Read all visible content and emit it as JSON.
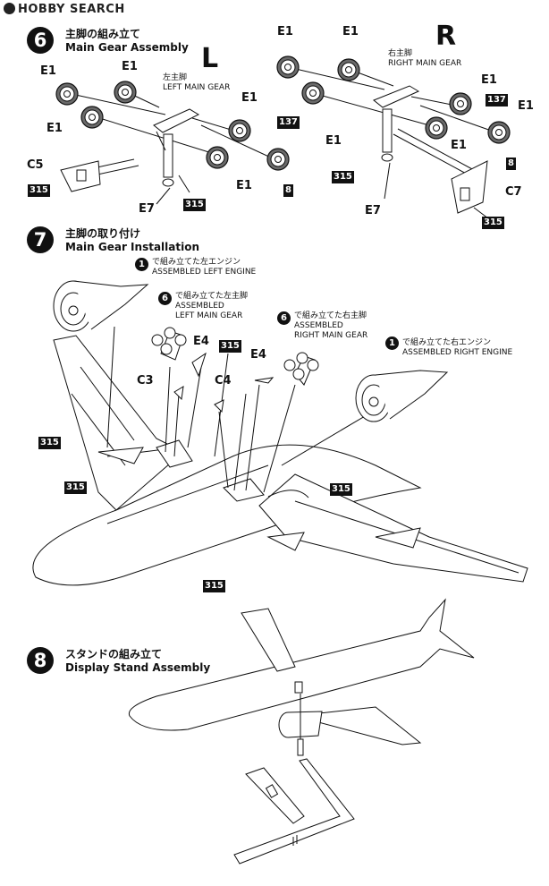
{
  "header": {
    "logo": "HOBBY SEARCH"
  },
  "steps": [
    {
      "number": "6",
      "title_jp": "主脚の組み立て",
      "title_en": "Main Gear Assembly"
    },
    {
      "number": "7",
      "title_jp": "主脚の取り付け",
      "title_en": "Main Gear Installation"
    },
    {
      "number": "8",
      "title_jp": "スタンドの組み立て",
      "title_en": "Display Stand Assembly"
    }
  ],
  "step6": {
    "side_left": "L",
    "side_right": "R",
    "left_note": {
      "jp": "左主脚",
      "en": "LEFT MAIN GEAR"
    },
    "right_note": {
      "jp": "右主脚",
      "en": "RIGHT MAIN GEAR"
    },
    "part_e1": "E1",
    "part_c5": "C5",
    "part_c7": "C7",
    "part_e7": "E7",
    "paint_315": "315",
    "paint_137": "137",
    "paint_8": "8"
  },
  "step7": {
    "ref_engine": "1",
    "ref_gear": "6",
    "left_engine": {
      "jp": "で組み立てた左エンジン",
      "en": "ASSEMBLED LEFT ENGINE"
    },
    "left_gear": {
      "jp": "で組み立てた左主脚",
      "en1": "ASSEMBLED",
      "en2": "LEFT MAIN GEAR"
    },
    "right_gear": {
      "jp": "で組み立てた右主脚",
      "en1": "ASSEMBLED",
      "en2": "RIGHT MAIN GEAR"
    },
    "right_engine": {
      "jp": "で組み立てた右エンジン",
      "en": "ASSEMBLED RIGHT ENGINE"
    },
    "part_c3": "C3",
    "part_c4": "C4",
    "part_e4": "E4",
    "paint_315": "315"
  }
}
